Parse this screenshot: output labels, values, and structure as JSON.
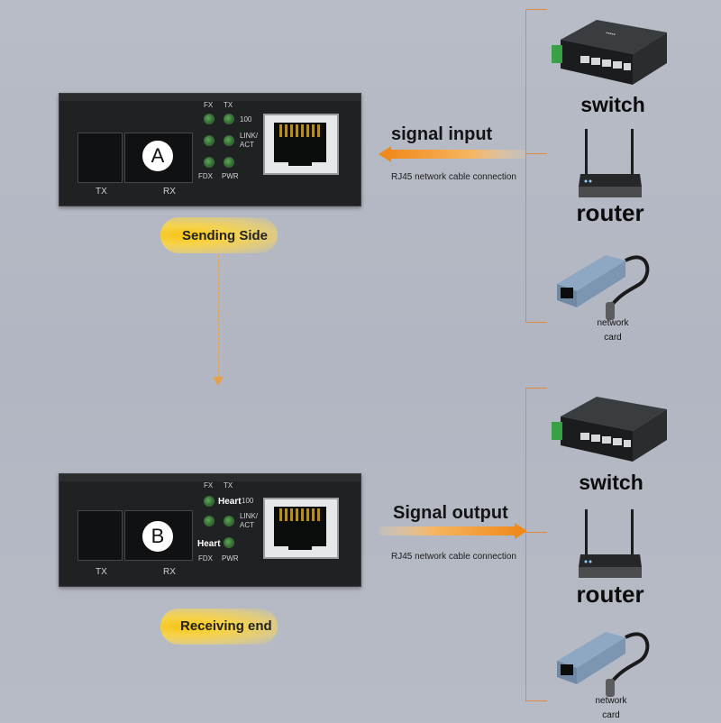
{
  "devices": {
    "a": {
      "badge": "A",
      "port_labels": [
        "TX",
        "RX"
      ],
      "led_labels": {
        "fx": "FX",
        "tx": "TX",
        "speed": "100",
        "link": "LINK/",
        "act": "ACT",
        "fdx": "FDX",
        "pwr": "PWR"
      }
    },
    "b": {
      "badge": "B",
      "port_labels": [
        "TX",
        "RX"
      ],
      "led_labels": {
        "fx": "FX",
        "tx": "TX",
        "speed": "100",
        "link": "LINK/",
        "act": "ACT",
        "fdx": "FDX",
        "pwr": "PWR"
      },
      "heart_labels": [
        "Heart",
        "Heart"
      ]
    }
  },
  "side_labels": {
    "sending": "Sending Side",
    "receiving": "Receiving end"
  },
  "signals": {
    "input": {
      "title": "signal input",
      "subtitle": "RJ45 network cable connection"
    },
    "output": {
      "title": "Signal output",
      "subtitle": "RJ45 network cable connection"
    }
  },
  "targets_top": [
    {
      "name": "switch",
      "icon": "switch-icon"
    },
    {
      "name": "router",
      "icon": "router-icon"
    },
    {
      "name_lines": [
        "network",
        "card"
      ],
      "icon": "network-card-icon"
    }
  ],
  "targets_bottom": [
    {
      "name": "switch",
      "icon": "switch-icon"
    },
    {
      "name": "router",
      "icon": "router-icon"
    },
    {
      "name_lines": [
        "network",
        "card"
      ],
      "icon": "network-card-icon"
    }
  ],
  "colors": {
    "accent_orange": "#f5a623",
    "pill_yellow": "#f5c416",
    "device_body": "#1f2122",
    "led_green": "#4e9a4a"
  }
}
